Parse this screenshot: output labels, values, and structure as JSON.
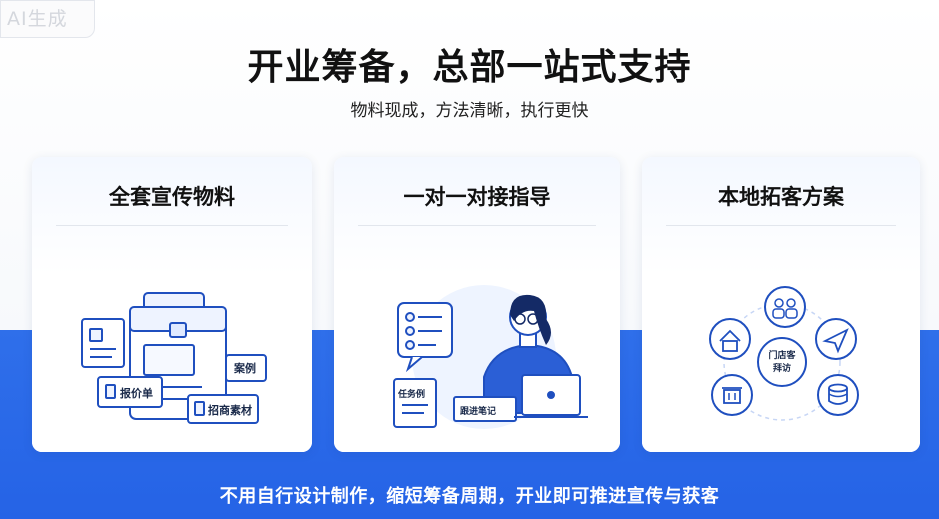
{
  "badge": "AI生成",
  "title": "开业筹备，总部一站式支持",
  "subtitle": "物料现成，方法清晰，执行更快",
  "cards": [
    {
      "title": "全套宣传物料",
      "labels": {
        "quote": "报价单",
        "cases": "案例",
        "recruit": "招商素材"
      }
    },
    {
      "title": "一对一对接指导",
      "labels": {
        "tasks": "任务例",
        "notes": "跟进笔记"
      }
    },
    {
      "title": "本地拓客方案",
      "labels": {
        "center": "门店客\n拜访"
      }
    }
  ],
  "footer": "不用自行设计制作，缩短筹备周期，开业即可推进宣传与获客",
  "colors": {
    "accent": "#2563e6",
    "icon_stroke": "#1f4fbf",
    "icon_fill": "#e8f0ff"
  }
}
